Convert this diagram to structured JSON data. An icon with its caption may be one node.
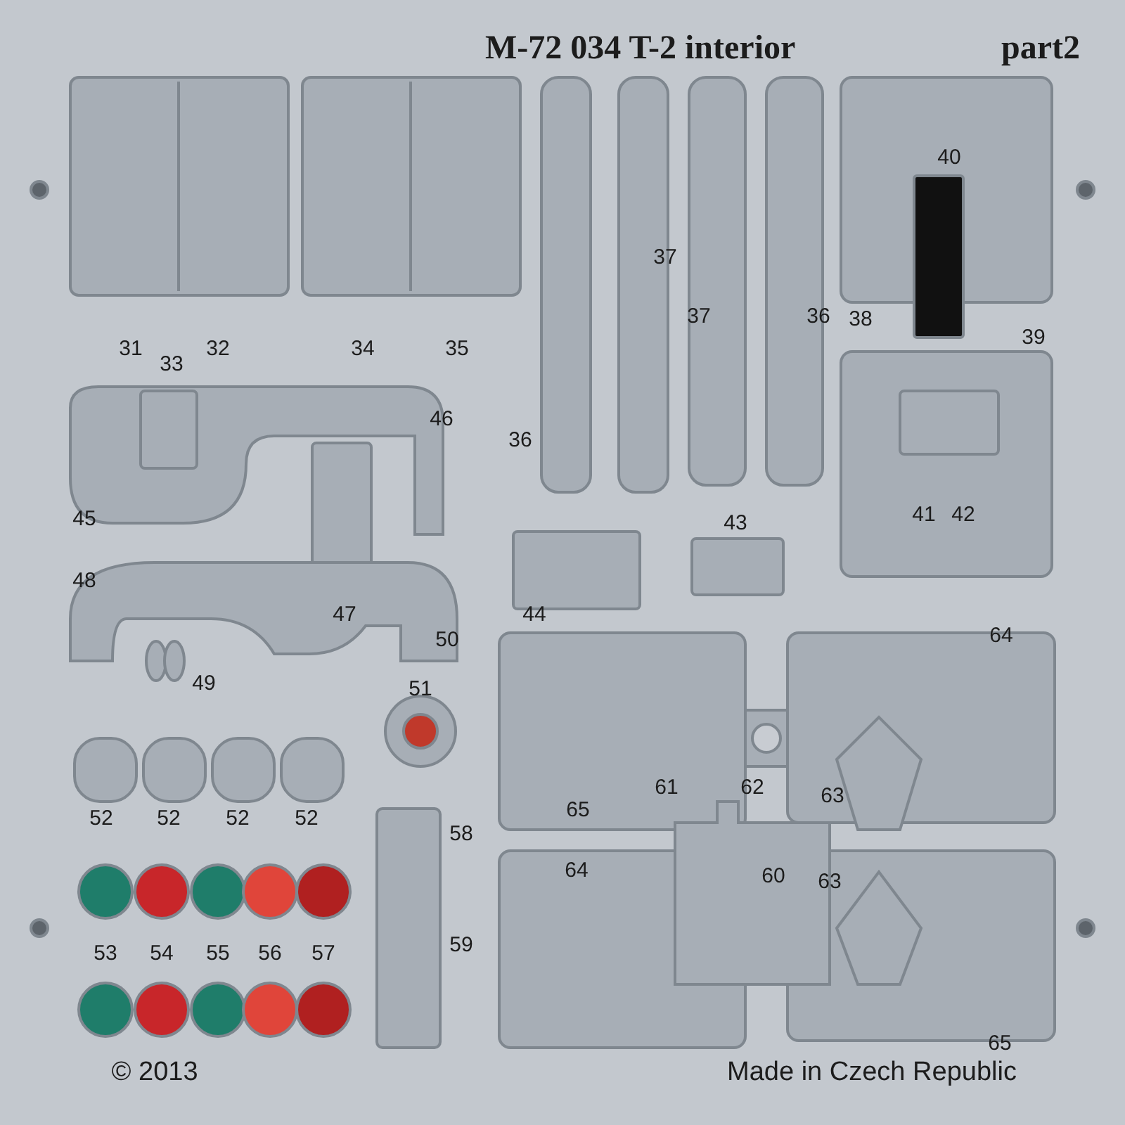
{
  "diagram": {
    "title": "M-72 034 T-2 interior",
    "labels": [
      "part2",
      "40",
      "37",
      "37",
      "36",
      "38",
      "39",
      "31",
      "32",
      "34",
      "35",
      "33",
      "46",
      "36",
      "45",
      "41",
      "42",
      "43",
      "44",
      "48",
      "47",
      "50",
      "64",
      "49",
      "51",
      "52",
      "52",
      "52",
      "52",
      "61",
      "62",
      "65",
      "63",
      "58",
      "64",
      "60",
      "63",
      "53",
      "54",
      "55",
      "56",
      "57",
      "59",
      "65",
      "© 2013",
      "Made in Czech Republic"
    ]
  }
}
